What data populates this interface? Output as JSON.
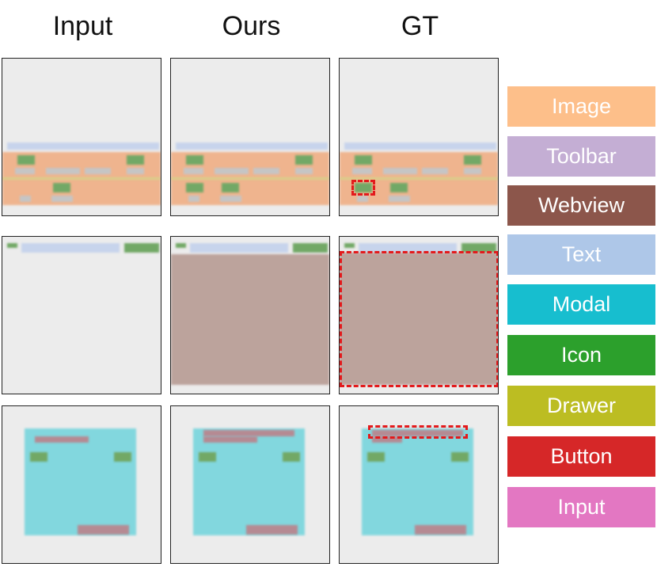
{
  "columns": [
    "Input",
    "Ours",
    "GT"
  ],
  "legend": [
    {
      "label": "Image",
      "color": "#fdbf8a"
    },
    {
      "label": "Toolbar",
      "color": "#c4aed4"
    },
    {
      "label": "Webview",
      "color": "#8c564b"
    },
    {
      "label": "Text",
      "color": "#aec7e8"
    },
    {
      "label": "Modal",
      "color": "#17becf"
    },
    {
      "label": "Icon",
      "color": "#2ca02c"
    },
    {
      "label": "Drawer",
      "color": "#bcbd22"
    },
    {
      "label": "Button",
      "color": "#d62728"
    },
    {
      "label": "Input",
      "color": "#e377c2"
    }
  ]
}
